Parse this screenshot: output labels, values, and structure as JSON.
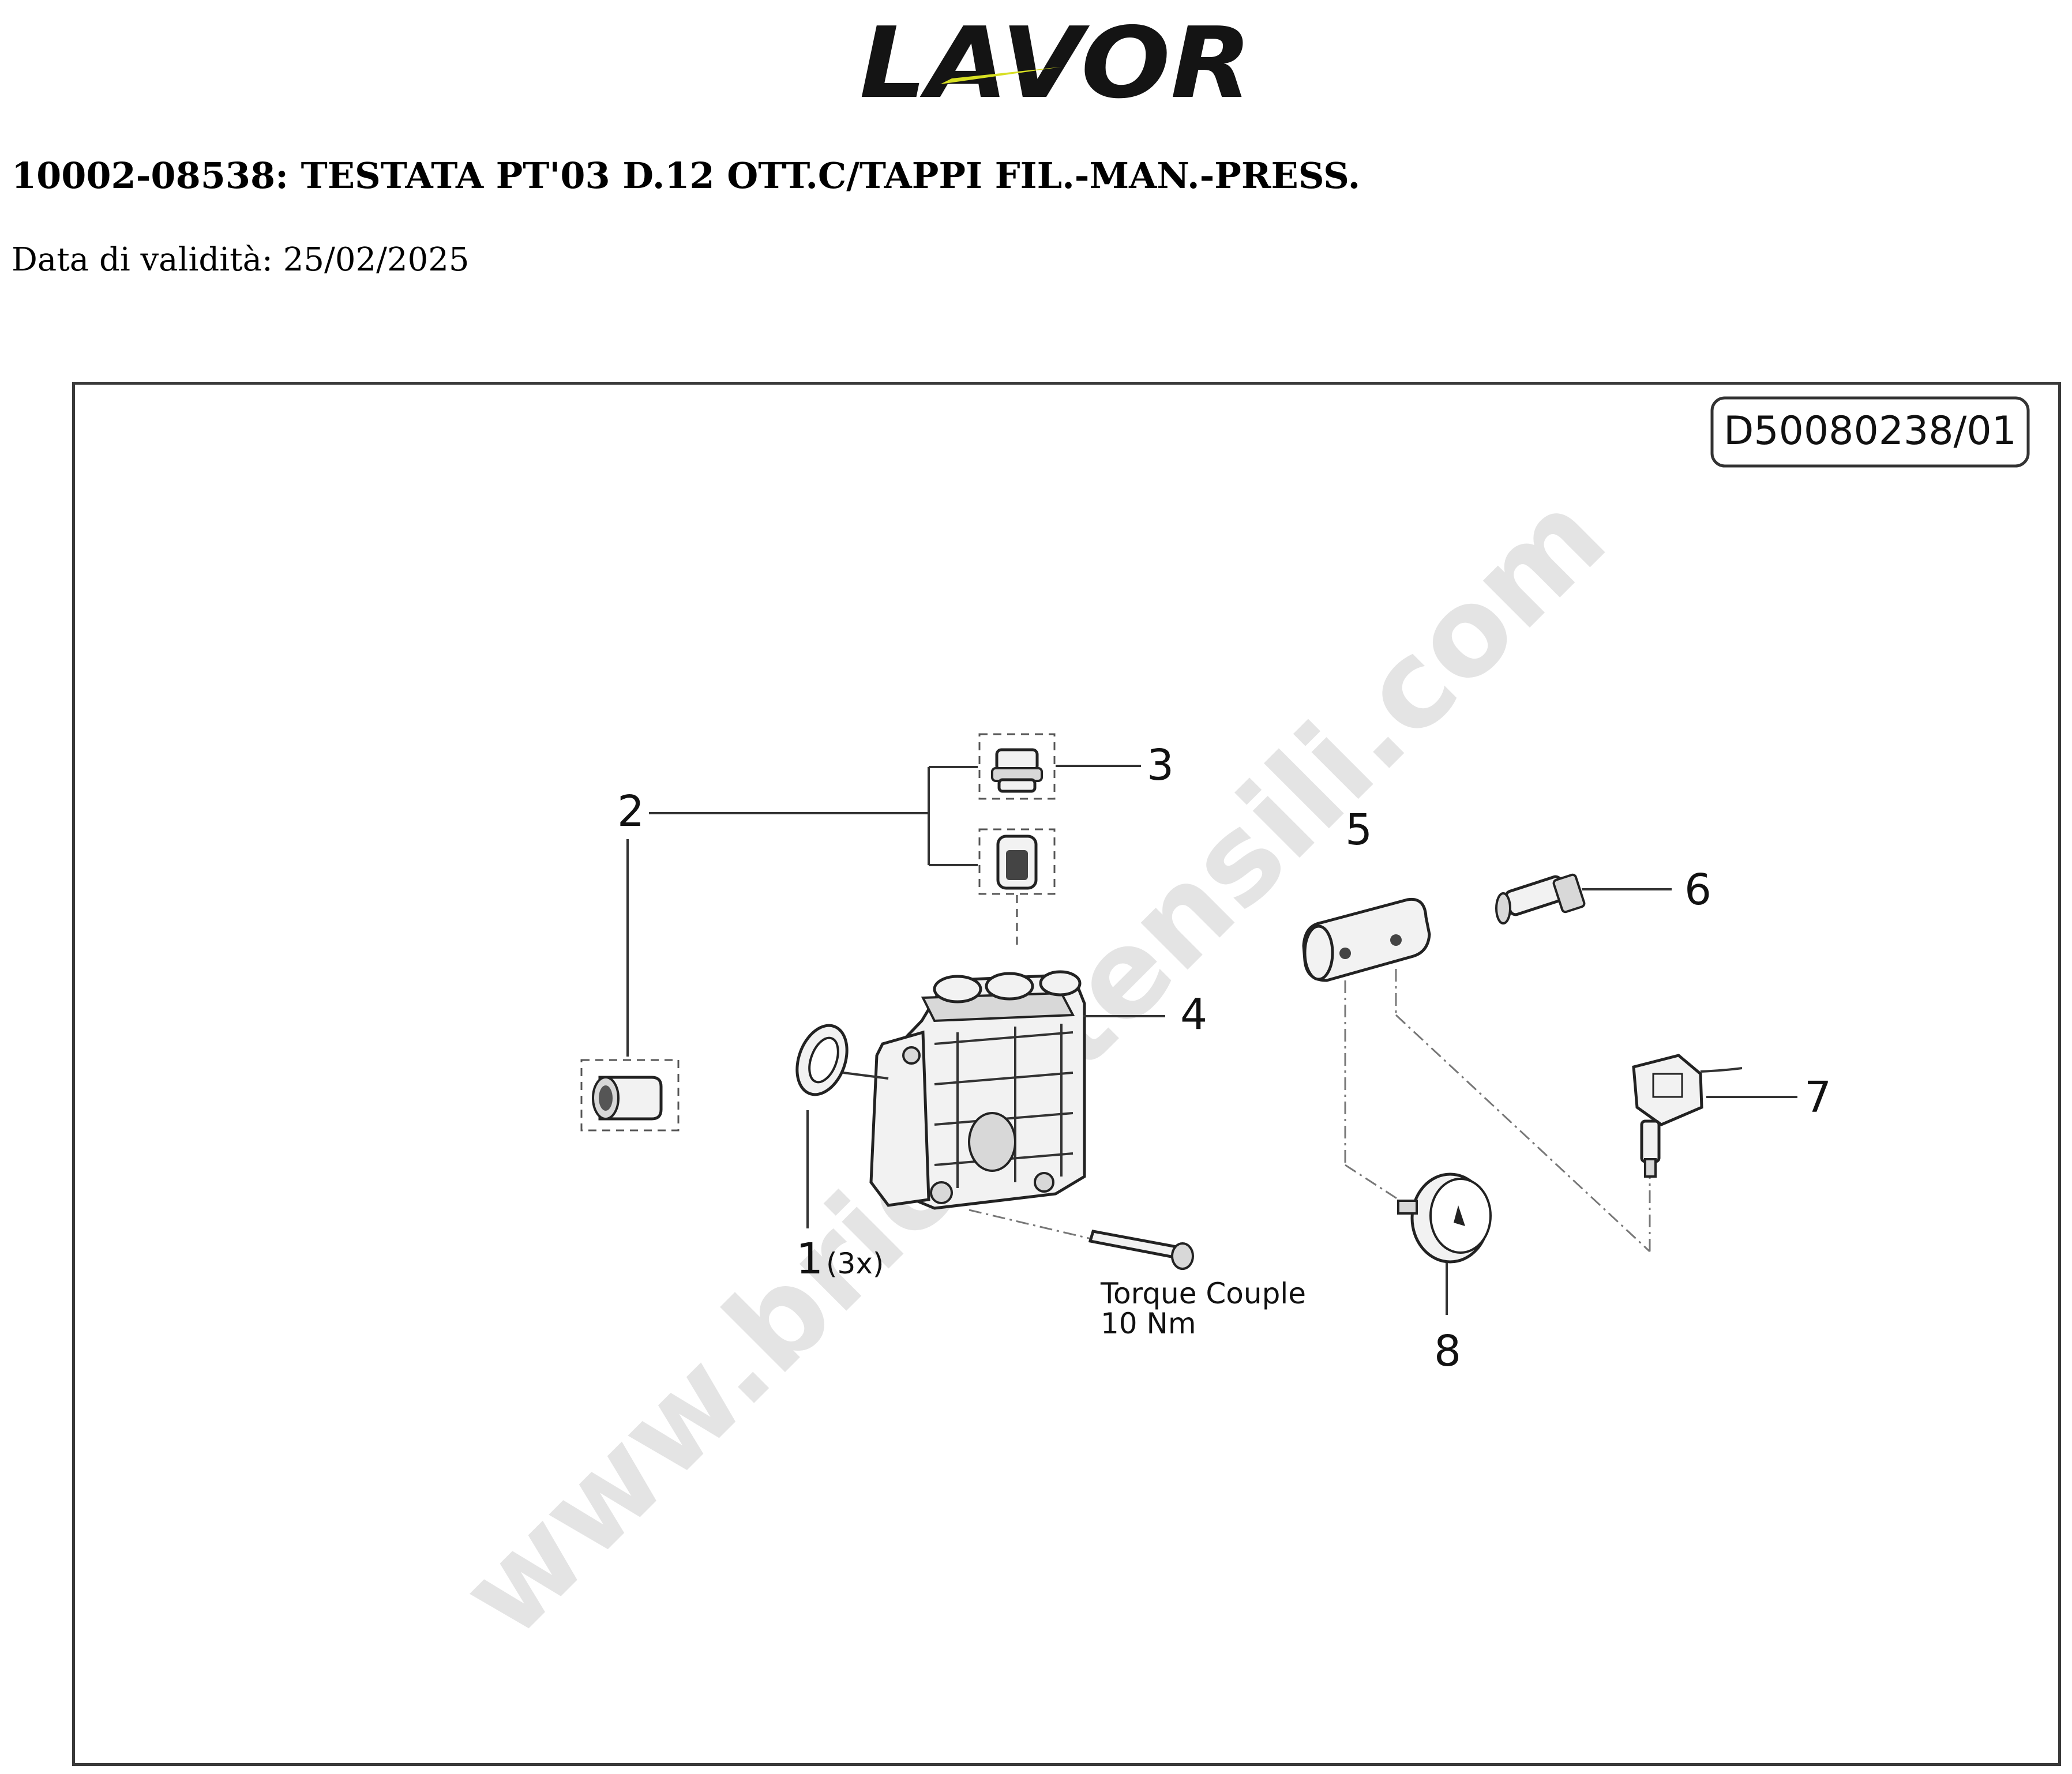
{
  "header": {
    "logo_text": "LAVOR",
    "title": "10002-08538: TESTATA PT'03 D.12 OTT.C/TAPPI FIL.-MAN.-PRESS.",
    "validity_label": "Data di validità:",
    "validity_date": "25/02/2025"
  },
  "drawing": {
    "code": "D50080238/01",
    "watermark": "www.bricoutensili.com",
    "callouts": {
      "p1": "1",
      "p1_qty": "(3x)",
      "p2": "2",
      "p3": "3",
      "p4": "4",
      "p5": "5",
      "p6": "6",
      "p7": "7",
      "p8": "8"
    },
    "torque_line1": "Torque Couple",
    "torque_line2": "10 Nm"
  },
  "colors": {
    "logo_dark": "#141414",
    "logo_accent": "#d7df23",
    "frame": "#3a3a3a",
    "watermark": "#cfcfcf"
  }
}
